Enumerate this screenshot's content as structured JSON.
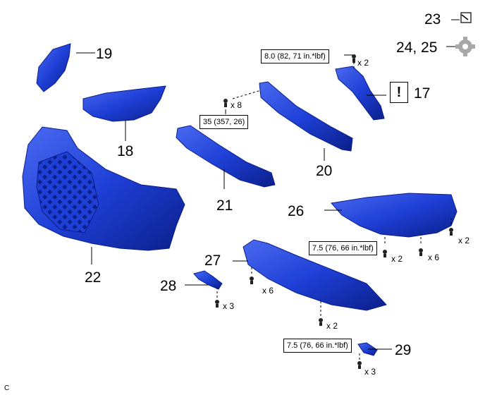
{
  "colors": {
    "part_fill": "#1e3fd6",
    "part_dark": "#0b1f8a",
    "part_light": "#4a6af0",
    "line": "#000000"
  },
  "callouts": {
    "c17": "17",
    "c18": "18",
    "c19": "19",
    "c20": "20",
    "c21": "21",
    "c22": "22",
    "c23": "23",
    "c24_25": "24, 25",
    "c26": "26",
    "c27": "27",
    "c28": "28",
    "c29": "29"
  },
  "torque": {
    "t1": "8.0 (82, 71 in.*lbf)",
    "t2": "35 (357, 26)",
    "t3": "7.5 (76, 66 in.*lbf)",
    "t4": "7.5 (76, 66 in.*lbf)"
  },
  "qty": {
    "q_8_0": "x 2",
    "q_35": "x 8",
    "q_26a": "x 2",
    "q_26b": "x 6",
    "q_26c": "x 2",
    "q_27a": "x 6",
    "q_27b": "x 2",
    "q_28": "x 3",
    "q_29": "x 3"
  },
  "caution_mark": "!",
  "corner_mark": "C",
  "icons": {
    "grease": "pen-grease-icon",
    "gear": "gear-icon",
    "caution": "caution-box-icon"
  }
}
